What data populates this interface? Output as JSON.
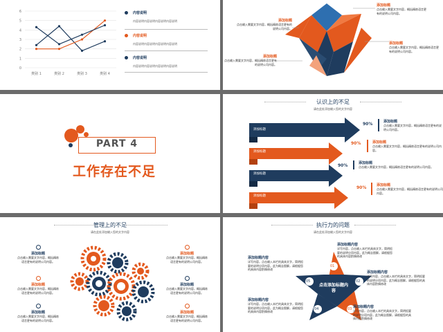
{
  "slide1": {
    "chart_data": {
      "type": "line",
      "categories": [
        "类别 1",
        "类别 2",
        "类别 3",
        "类别 4"
      ],
      "yticks": [
        "0",
        "1",
        "2",
        "3",
        "4",
        "5",
        "6"
      ],
      "ylim": [
        0,
        6
      ],
      "series": [
        {
          "values": [
            2.4,
            4.4,
            1.8,
            2.8
          ],
          "color": "#1f3c5e"
        },
        {
          "values": [
            2.0,
            2.0,
            3.0,
            5.0
          ],
          "color": "#e3591e"
        },
        {
          "values": [
            4.3,
            2.5,
            3.5,
            4.5
          ],
          "color": "#1f3c5e"
        }
      ]
    },
    "legend": [
      {
        "title": "内容说明",
        "desc": "内容说明内容说明内容说明内容说明",
        "color": "#1f3c5e"
      },
      {
        "title": "内容说明",
        "desc": "内容说明内容说明内容说明内容说明",
        "color": "#e3591e"
      },
      {
        "title": "内容说明",
        "desc": "内容说明内容说明内容说明内容说明",
        "color": "#1f3c5e"
      }
    ]
  },
  "slide2": {
    "callouts": [
      {
        "title": "添加标题",
        "desc": "点击输入需要文字内容，概括精炼语言更有的说明公司内容。"
      },
      {
        "title": "添加标题",
        "desc": "点击输入需要文字内容，概括精炼语言更有的说明公司内容。"
      },
      {
        "title": "添加标题",
        "desc": "点击输入需要文字内容，概括精炼语言更有的说明公司内容。"
      },
      {
        "title": "添加标题",
        "desc": "点击输入需要文字内容，概括精炼语言更有的说明公司内容。"
      }
    ]
  },
  "slide3": {
    "part": "PART 4",
    "title": "工作存在不足"
  },
  "slide4": {
    "title": "认识上的不足",
    "subtitle": "请在此处添加输入您的文字内容",
    "rows": [
      {
        "label": "添加标题",
        "percent": "90%",
        "title": "添加标题",
        "desc": "点击输入需要文字内容，概括精炼语言更有的说明公司内容。",
        "color": "#1f3c5e"
      },
      {
        "label": "添加标题",
        "percent": "90%",
        "title": "添加标题",
        "desc": "点击输入需要文字内容，概括精炼语言更有的说明公司内容。",
        "color": "#e3591e"
      },
      {
        "label": "添加标题",
        "percent": "90%",
        "title": "添加标题",
        "desc": "点击输入需要文字内容，概括精炼语言更有的说明公司内容。",
        "color": "#1f3c5e"
      },
      {
        "label": "添加标题",
        "percent": "90%",
        "title": "添加标题",
        "desc": "点击输入需要文字内容，概括精炼语言更有的说明公司内容。",
        "color": "#e3591e"
      }
    ]
  },
  "slide5": {
    "title": "管理上的不足",
    "subtitle": "请在此处添加输入您的文字内容",
    "items": [
      {
        "title": "添加标题",
        "desc": "点击输入需要文字内容，概括精炼语言更有的说明公司内容。",
        "color": "#1f3c5e"
      },
      {
        "title": "添加标题",
        "desc": "点击输入需要文字内容，概括精炼语言更有的说明公司内容。",
        "color": "#e3591e"
      },
      {
        "title": "添加标题",
        "desc": "点击输入需要文字内容，概括精炼语言更有的说明公司内容。",
        "color": "#1f3c5e"
      },
      {
        "title": "添加标题",
        "desc": "点击输入需要文字内容，概括精炼语言更有的说明公司内容。",
        "color": "#e3591e"
      },
      {
        "title": "添加标题",
        "desc": "点击输入需要文字内容，概括精炼语言更有的说明公司内容。",
        "color": "#1f3c5e"
      },
      {
        "title": "添加标题",
        "desc": "点击输入需要文字内容，概括精炼语言更有的说明公司内容。",
        "color": "#e3591e"
      }
    ]
  },
  "slide6": {
    "title": "执行力的问题",
    "subtitle": "请在此处添加输入您的文字内容",
    "center": "点击添加标题内容",
    "numbers": [
      "01",
      "02",
      "03",
      "04",
      "05"
    ],
    "blocks": [
      {
        "title": "添加标题内容",
        "desc": "详写内容，点击输入本栏的具体文字，简明扼要的说明分项内容，此为概念图解，请根据您的具体内容酌情修改"
      },
      {
        "title": "添加标题内容",
        "desc": "详写内容，点击输入本栏的具体文字，简明扼要的说明分项内容，此为概念图解，请根据您的具体内容酌情修改"
      },
      {
        "title": "添加标题内容",
        "desc": "详写内容，点击输入本栏的具体文字，简明扼要的说明分项内容，此为概念图解，请根据您的具体内容酌情修改"
      },
      {
        "title": "添加标题内容",
        "desc": "详写内容，点击输入本栏的具体文字，简明扼要的说明分项内容，此为概念图解，请根据您的具体内容酌情修改"
      },
      {
        "title": "添加标题内容",
        "desc": "详写内容，点击输入本栏的具体文字，简明扼要的说明分项内容，此为概念图解，请根据您的具体内容酌情修改"
      }
    ]
  }
}
